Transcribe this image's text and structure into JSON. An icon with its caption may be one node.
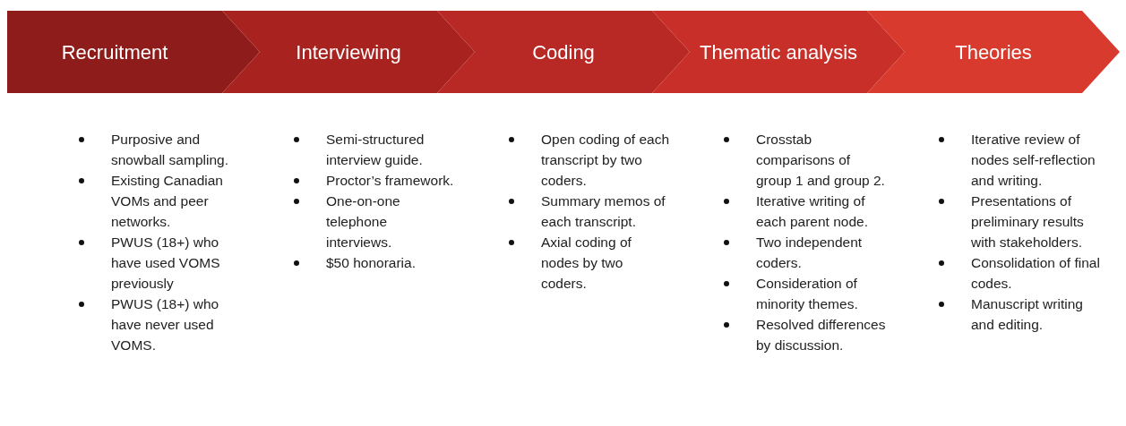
{
  "diagram": {
    "nodes": [
      {
        "text": [
          "Recruitment"
        ],
        "beside": [
          "Purposive and snowball sampling.",
          "Existing Canadian VOMs and peer networks.",
          "PWUS (18+) who have used VOMS previously",
          "PWUS (18+) who have never used VOMS."
        ]
      },
      {
        "text": [
          "Interviewing"
        ],
        "beside": [
          "Semi-structured interview guide.",
          "Proctor’s framework.",
          "One-on-one telephone interviews.",
          "$50 honoraria."
        ]
      },
      {
        "text": [
          "Coding"
        ],
        "beside": [
          "Open coding of each transcript by two coders.",
          "Summary memos of each transcript.",
          "Axial coding of nodes by two coders."
        ]
      },
      {
        "text": [
          "Thematic analysis"
        ],
        "beside": [
          "Crosstab comparisons of group 1 and group 2.",
          "Iterative writing of each parent node.",
          "Two independent coders.",
          "Consideration of minority themes.",
          "Resolved differences by discussion."
        ]
      },
      {
        "text": [
          "Theories"
        ],
        "beside": [
          "Iterative review of nodes self-reflection and writing.",
          "Presentations of preliminary results with stakeholders.",
          "Consolidation of final codes.",
          "Manuscript writing and editing."
        ]
      }
    ]
  }
}
